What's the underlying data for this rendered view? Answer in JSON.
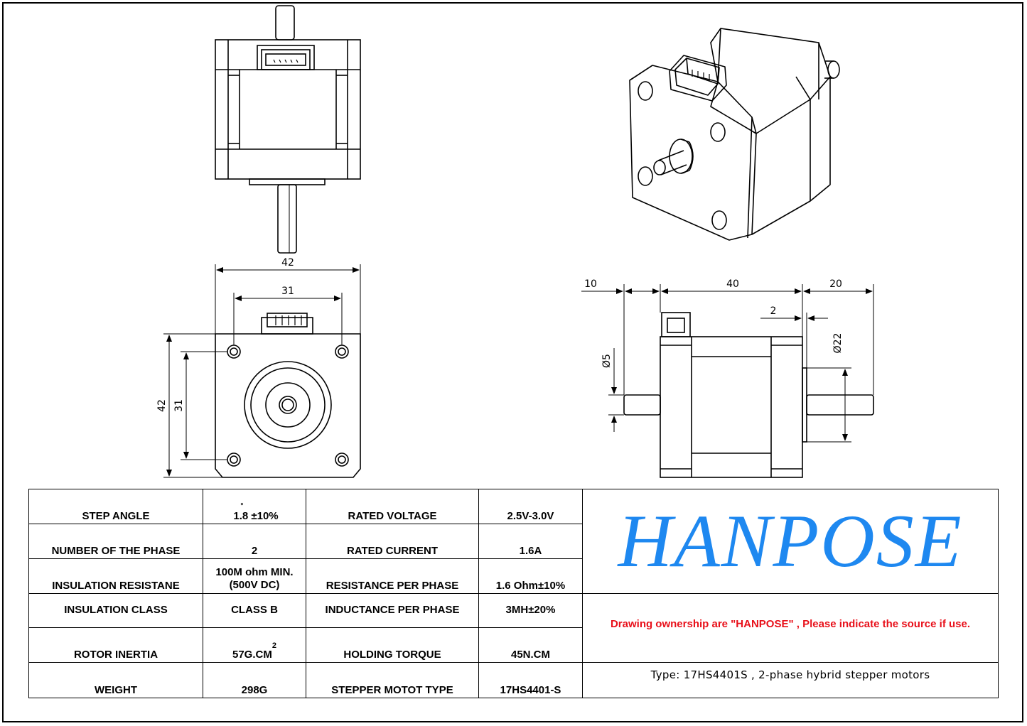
{
  "drawing": {
    "dimensions": {
      "width_42_top": "42",
      "bolt_31_top": "31",
      "height_42_side": "42",
      "bolt_31_side": "31",
      "front_shaft_10": "10",
      "body_40": "40",
      "rear_shaft_20": "20",
      "boss_2": "2",
      "shaft_dia_5": "Ø5",
      "boss_dia_22": "Ø22"
    }
  },
  "specs": {
    "rows": [
      {
        "label1": "STEP ANGLE",
        "value1": "1.8 ±10%",
        "label2": "RATED VOLTAGE",
        "value2": "2.5V-3.0V"
      },
      {
        "label1": "NUMBER OF THE PHASE",
        "value1": "2",
        "label2": "RATED CURRENT",
        "value2": "1.6A"
      },
      {
        "label1": "INSULATION RESISTANE",
        "value1_line1": "100M ohm MIN.",
        "value1_line2": "(500V DC)",
        "label2": "RESISTANCE PER PHASE",
        "value2": "1.6 Ohm±10%"
      },
      {
        "label1": "INSULATION CLASS",
        "value1": "CLASS B",
        "label2": "INDUCTANCE PER PHASE",
        "value2": "3MH±20%"
      },
      {
        "label1": "ROTOR INERTIA",
        "value1": "57G.CM",
        "value1_sup": "2",
        "label2": "HOLDING TORQUE",
        "value2": "45N.CM"
      },
      {
        "label1": "WEIGHT",
        "value1": "298G",
        "label2": "STEPPER MOTOT TYPE",
        "value2": "17HS4401-S"
      }
    ],
    "degree_symbol": "°"
  },
  "brand": {
    "name": "HANPOSE",
    "ownership": "Drawing ownership are \"HANPOSE\" , Please indicate the source if use.",
    "type_line": "Type: 17HS4401S  ,   2-phase hybrid stepper motors",
    "brand_color": "#1e88f0",
    "ownership_color": "#e8101a"
  }
}
